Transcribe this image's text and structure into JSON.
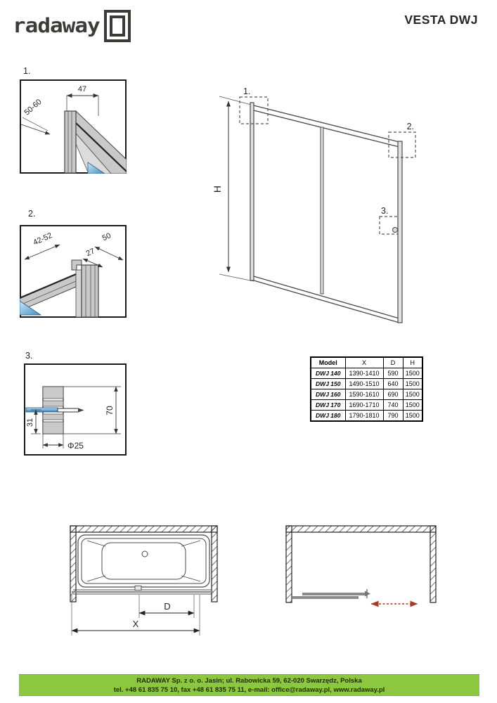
{
  "header": {
    "logo_text": "radaway",
    "title": "VESTA DWJ"
  },
  "detail1": {
    "label": "1.",
    "dim_width": "47",
    "dim_range": "50-60"
  },
  "detail2": {
    "label": "2.",
    "dim_range": "42-52",
    "dim_depth": "50",
    "dim_inner": "27"
  },
  "detail3": {
    "label": "3.",
    "dim_offset": "31",
    "dim_height": "70",
    "dim_diameter": "Φ25"
  },
  "main_drawing": {
    "dim_height": "H",
    "callout_1": "1.",
    "callout_2": "2.",
    "callout_3": "3."
  },
  "spec_table": {
    "headers": [
      "Model",
      "X",
      "D",
      "H"
    ],
    "rows": [
      [
        "DWJ 140",
        "1390-1410",
        "590",
        "1500"
      ],
      [
        "DWJ 150",
        "1490-1510",
        "640",
        "1500"
      ],
      [
        "DWJ 160",
        "1590-1610",
        "690",
        "1500"
      ],
      [
        "DWJ 170",
        "1690-1710",
        "740",
        "1500"
      ],
      [
        "DWJ 180",
        "1790-1810",
        "790",
        "1500"
      ]
    ]
  },
  "plan_view": {
    "dim_door": "D",
    "dim_total": "X"
  },
  "footer": {
    "address": "RADAWAY Sp. z o. o. Jasin; ul. Rabowicka 59, 62-020 Swarzędz, Polska",
    "contact": "tel. +48 61 835 75 10, fax +48 61 835 75 11, e-mail: office@radaway.pl, www.radaway.pl"
  },
  "colors": {
    "accent_green": "#8dc63f",
    "glass_blue": "#3f8fc4",
    "arrow_red": "#a63c28",
    "panel_gray": "#8a8a8a",
    "profile_gray": "#c9c9c9",
    "line": "#444444"
  }
}
